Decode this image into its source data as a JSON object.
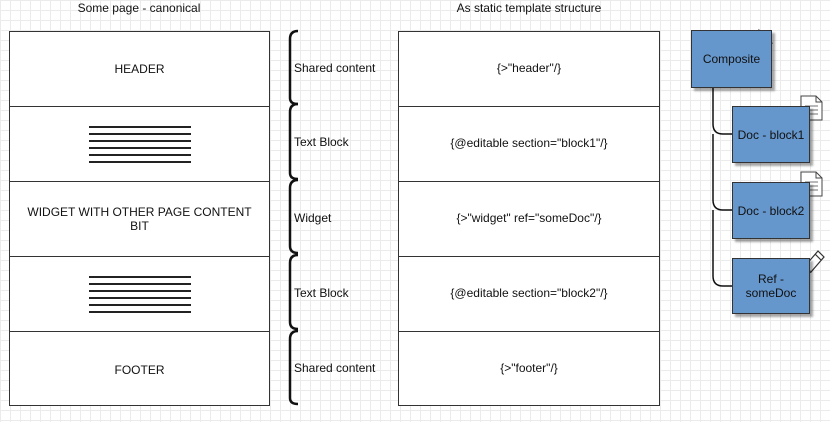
{
  "titles": {
    "left": "Some page - canonical",
    "right": "As static template structure"
  },
  "canonical_page": {
    "header": "HEADER",
    "widget": "WIDGET WITH OTHER PAGE CONTENT BIT",
    "footer": "FOOTER"
  },
  "braces": [
    "Shared content",
    "Text Block",
    "Widget",
    "Text Block",
    "Shared content"
  ],
  "template": [
    "{>\"header\"/}",
    "{@editable section=\"block1\"/}",
    "{>\"widget\" ref=\"someDoc\"/}",
    "{@editable section=\"block2\"/}",
    "{>\"footer\"/}"
  ],
  "tree": {
    "root": "Composite",
    "children": [
      "Doc - block1",
      "Doc - block2",
      "Ref - someDoc"
    ],
    "icons": [
      "document-icon",
      "document-icon",
      "document-icon",
      "pencil-icon"
    ],
    "fill_color": "#6596cc"
  }
}
